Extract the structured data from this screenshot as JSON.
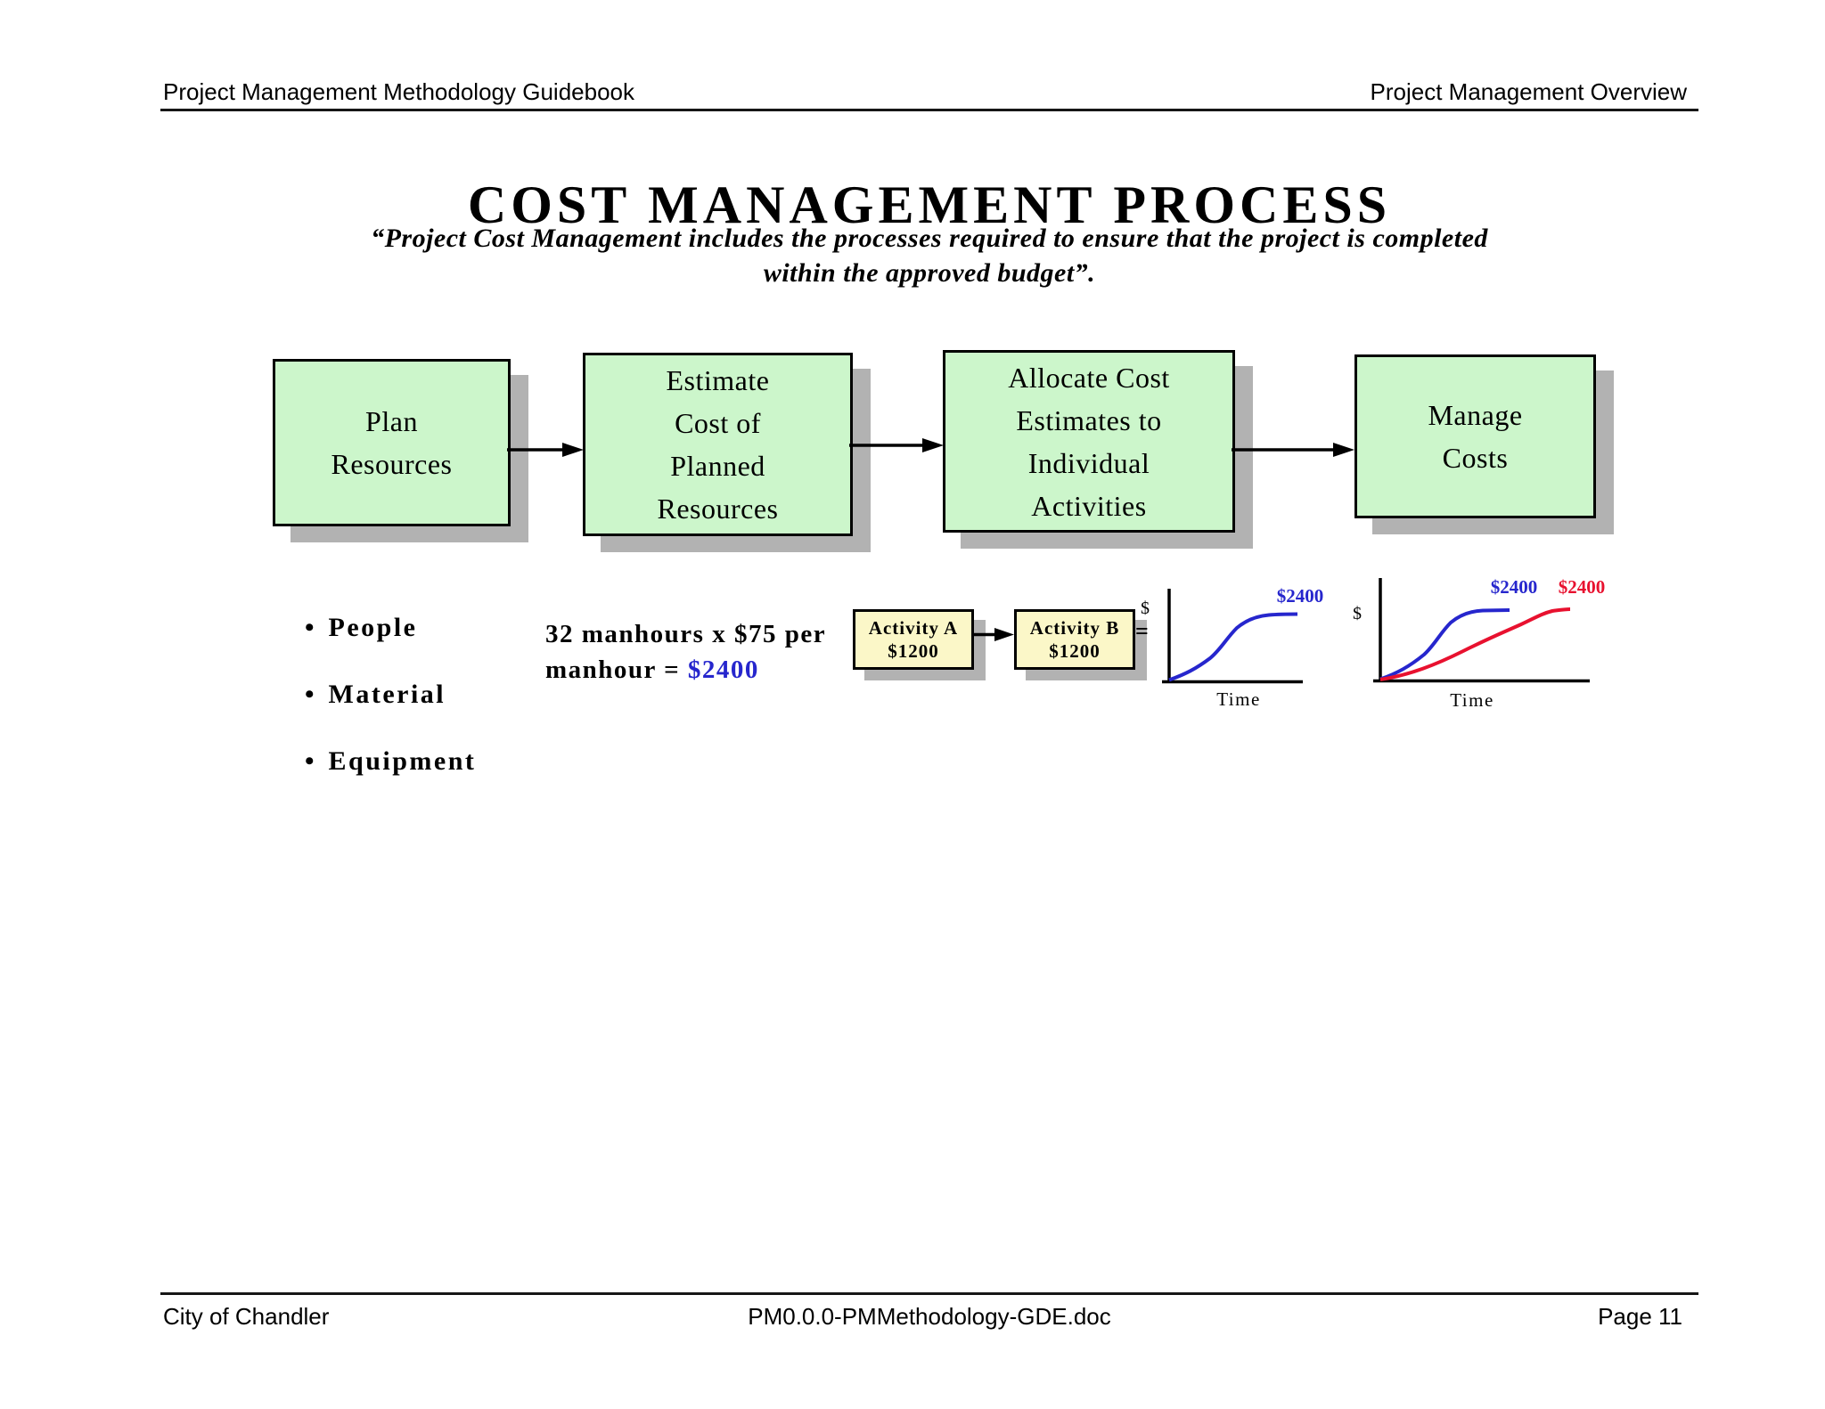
{
  "header": {
    "left_title": "Project Management Methodology Guidebook",
    "right_title": "Project Management Overview"
  },
  "title": "COST MANAGEMENT PROCESS",
  "subtitle": {
    "line1": "“Project Cost Management includes the processes required to ensure that the project is completed",
    "line2": "within the approved budget”."
  },
  "process_flow": {
    "boxes": [
      {
        "label": "Plan\nResources"
      },
      {
        "label": "Estimate\nCost of\nPlanned\nResources"
      },
      {
        "label": "Allocate Cost\nEstimates to\nIndividual\nActivities"
      },
      {
        "label": "Manage\nCosts"
      }
    ]
  },
  "resource_bullets": [
    {
      "label": "People"
    },
    {
      "label": "Material"
    },
    {
      "label": "Equipment"
    }
  ],
  "glyphs": {
    "bullet": "•"
  },
  "cost_calc": {
    "line1": "32 manhours x $75 per",
    "line2_prefix": "manhour = ",
    "line2_value": "$2400"
  },
  "activity_flow": {
    "boxes": [
      {
        "name": "Activity A",
        "cost": "$1200"
      },
      {
        "name": "Activity B",
        "cost": "$1200"
      }
    ],
    "equals": "="
  },
  "chart_data": [
    {
      "type": "line",
      "xlabel": "Time",
      "ylabel": "$",
      "grid": false,
      "series": [
        {
          "color": "#2626cd",
          "shape": "s-curve",
          "end_label": "$2400"
        }
      ]
    },
    {
      "type": "line",
      "xlabel": "Time",
      "ylabel": "$",
      "grid": false,
      "series": [
        {
          "color": "#2626cd",
          "shape": "s-curve",
          "end_label": "$2400"
        },
        {
          "color": "#e8112f",
          "shape": "near-linear",
          "end_label": "$2400"
        }
      ]
    }
  ],
  "footer": {
    "left": "City of Chandler",
    "center": "PM0.0.0-PMMethodology-GDE.doc",
    "right": "Page 11"
  },
  "colors": {
    "box_green": "#ccf6cb",
    "box_yellow": "#fbf7c8",
    "shadow_gray": "#b2b2b2",
    "accent_blue": "#2626cd",
    "accent_red": "#e8112f"
  }
}
